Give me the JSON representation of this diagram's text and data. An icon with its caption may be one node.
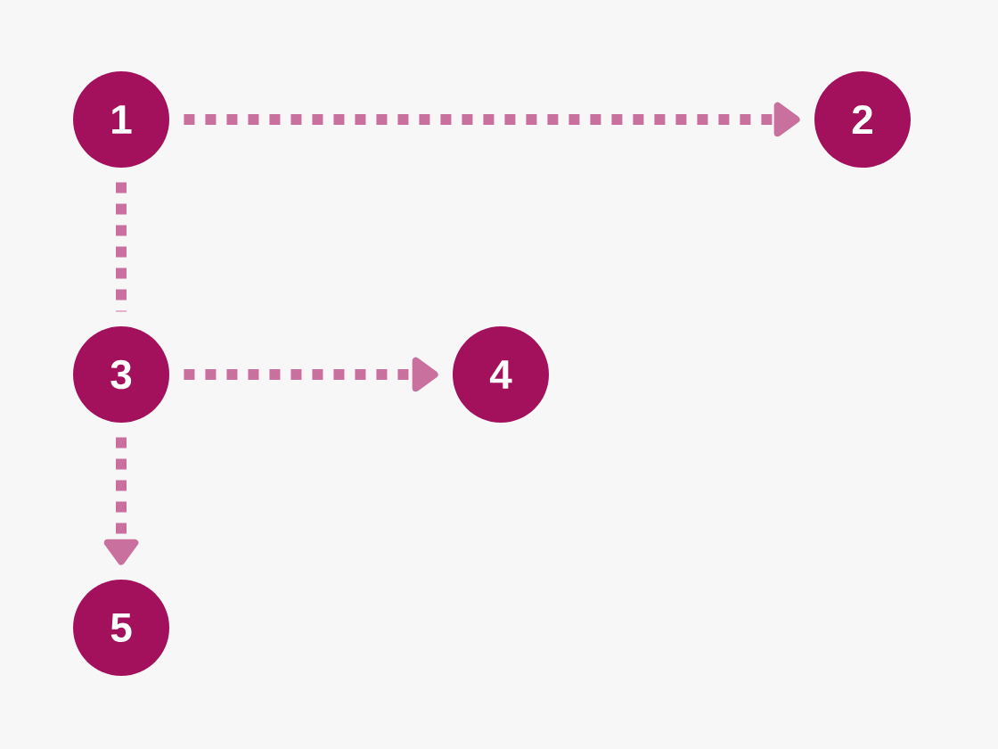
{
  "diagram": {
    "nodes": [
      {
        "text": [
          "1"
        ]
      },
      {
        "text": [
          "2"
        ]
      },
      {
        "text": [
          "3"
        ]
      },
      {
        "text": [
          "4"
        ]
      },
      {
        "text": [
          "5"
        ]
      }
    ],
    "edges": [
      {
        "from": 0,
        "to": 1,
        "arrow": "to",
        "style": "dashed"
      },
      {
        "from": 0,
        "to": 2,
        "arrow": "none",
        "style": "dashed"
      },
      {
        "from": 2,
        "to": 3,
        "arrow": "to",
        "style": "dashed"
      },
      {
        "from": 2,
        "to": 4,
        "arrow": "to",
        "style": "dashed"
      }
    ]
  }
}
